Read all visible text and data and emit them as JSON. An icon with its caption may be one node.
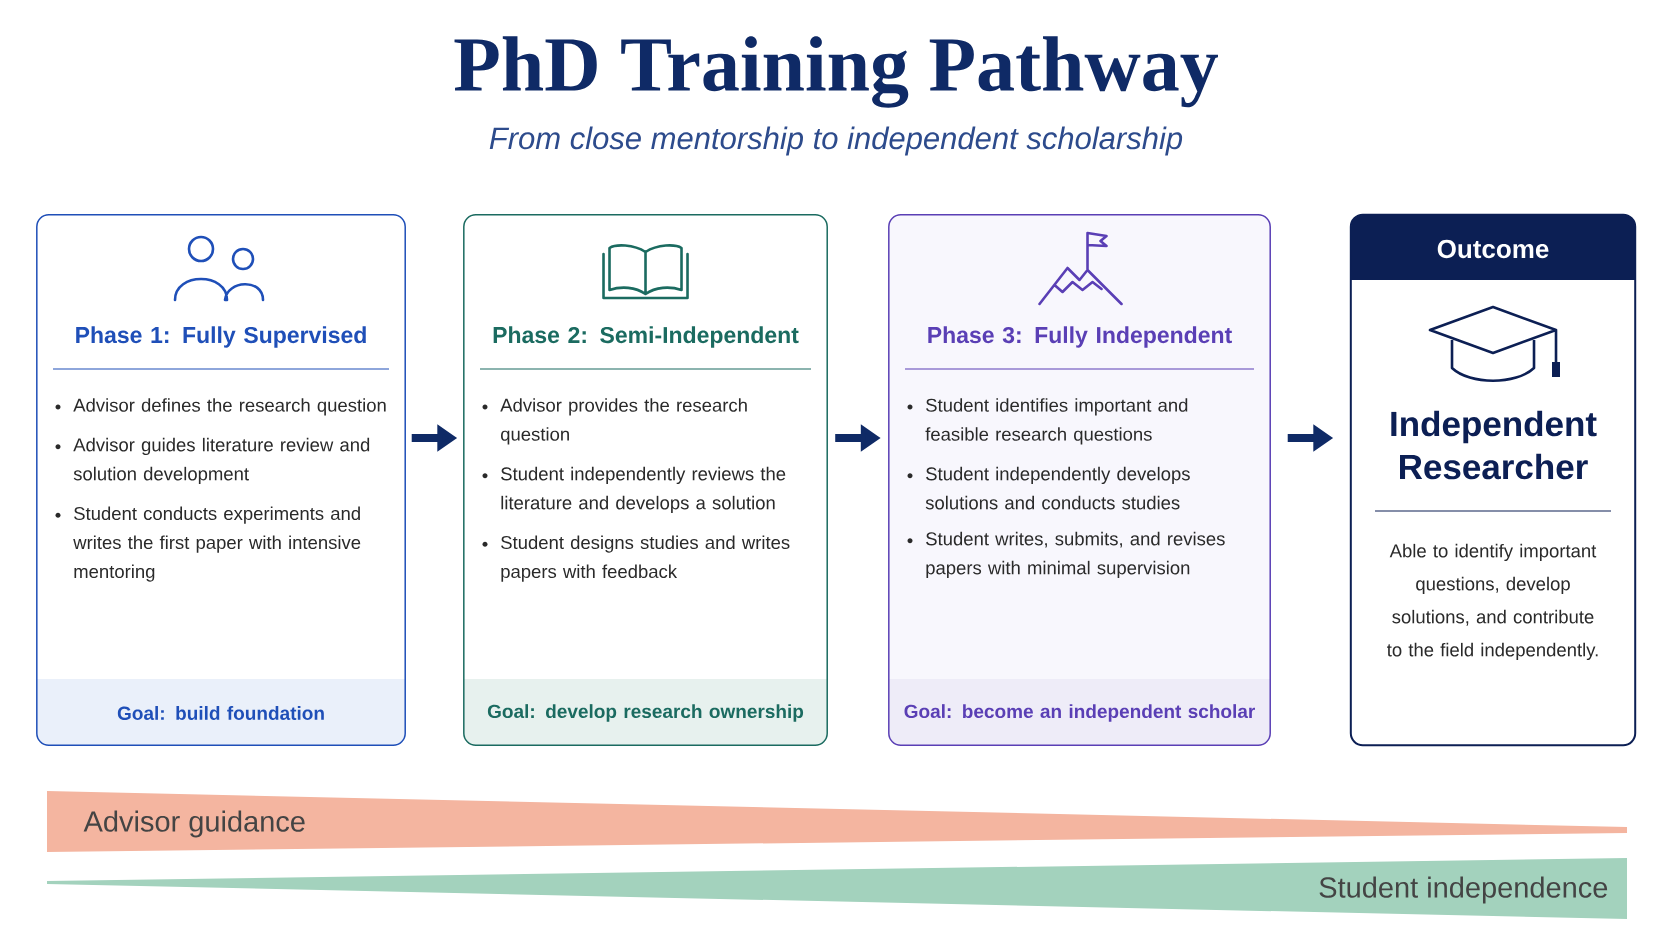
{
  "diagram": {
    "title": "PhD Training Pathway",
    "nodes": [
      {
        "text": [
          "Phase 1: Fully Supervised",
          "Advisor defines the research question",
          "Advisor guides literature review and solution development",
          "Student conducts experiments and writes the first paper with intensive mentoring",
          "Goal: build foundation"
        ]
      },
      {
        "text": [
          "Phase 2: Semi-Independent",
          "Advisor provides the research question",
          "Student independently reviews the literature and develops a solution",
          "Student designs studies and writes papers with feedback",
          "Goal: develop research ownership"
        ]
      },
      {
        "text": [
          "Phase 3: Fully Independent",
          "Student identifies important and feasible research questions",
          "Student independently develops solutions and conducts studies",
          "Student writes, submits, and revises papers with minimal supervision",
          "Goal: become an independent scholar"
        ]
      },
      {
        "text": [
          "Outcome",
          "Independent Researcher",
          "Able to identify important questions, develop solutions, and contribute to the field independently."
        ]
      },
      {
        "text": [
          "Advisor guidance"
        ]
      },
      {
        "text": [
          "Student independence"
        ]
      }
    ],
    "edges": [
      {
        "from": 0,
        "to": 1,
        "arrow": "to"
      },
      {
        "from": 1,
        "to": 2,
        "arrow": "to"
      },
      {
        "from": 2,
        "to": 3,
        "arrow": "to"
      }
    ],
    "labels": [
      "From close mentorship to independent scholarship"
    ]
  }
}
